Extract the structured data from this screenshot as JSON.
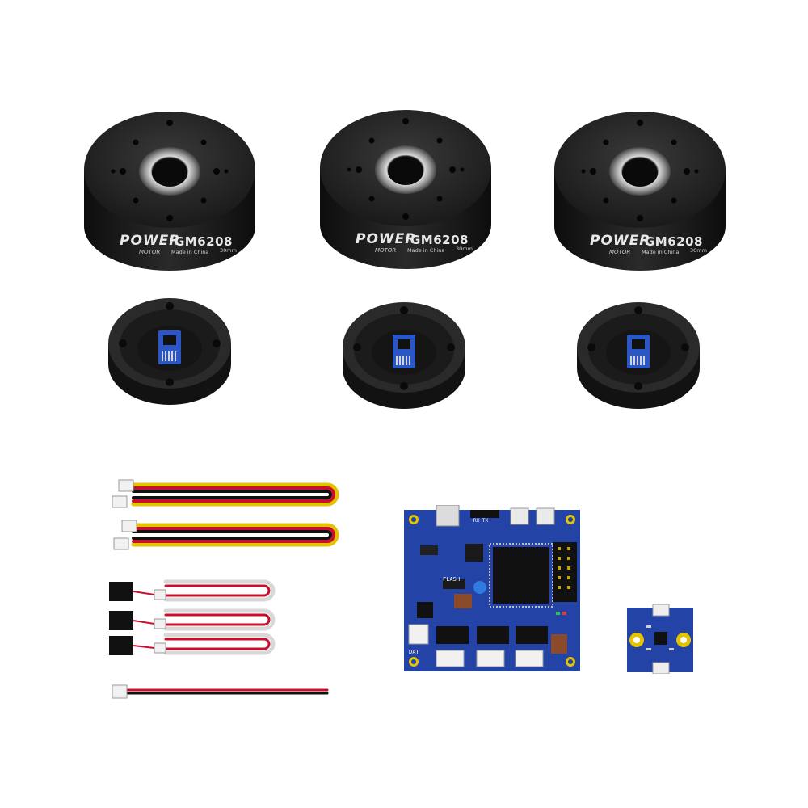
{
  "motors": [
    {
      "brand_top": "POWER",
      "brand_bottom": "MOTOR",
      "model": "GM6208",
      "made": "Made in China",
      "extra": "30mm"
    },
    {
      "brand_top": "POWER",
      "brand_bottom": "MOTOR",
      "model": "GM6208",
      "made": "Made in China",
      "extra": "30mm"
    },
    {
      "brand_top": "POWER",
      "brand_bottom": "MOTOR",
      "model": "GM6208",
      "made": "Made in China",
      "extra": "30mm"
    }
  ],
  "controller": {
    "label_flash": "FLASH",
    "label_dat": "DAT",
    "label_rx": "RX TX"
  },
  "colors": {
    "motor_body": "#1c1c1c",
    "pcb_blue": "#2443a6",
    "wire_red": "#c8102e",
    "wire_yellow": "#e6c300"
  }
}
